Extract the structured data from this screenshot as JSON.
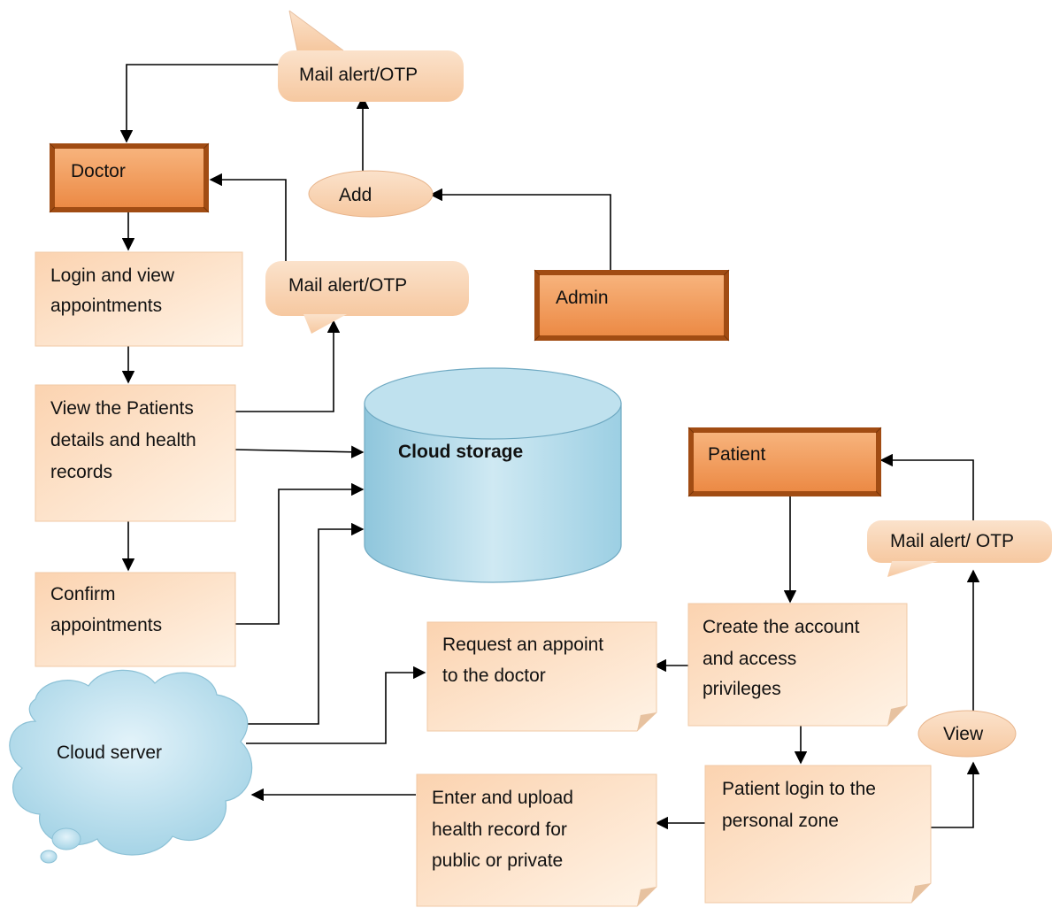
{
  "colors": {
    "actor_fill": "#f3a56b",
    "actor_border": "#a14c13",
    "process_fill": "#fde3cc",
    "callout_fill": "#fbd9bd",
    "storage_fill": "#a9d4e6",
    "cloud_fill": "#bfe2f0",
    "arrow": "#000000"
  },
  "nodes": {
    "doctor": "Doctor",
    "admin": "Admin",
    "patient": "Patient",
    "add": "Add",
    "view": "View",
    "mail_top": "Mail alert/OTP",
    "mail_mid": "Mail alert/OTP",
    "mail_right": "Mail alert/ OTP",
    "login_view": [
      "Login and view",
      "appointments"
    ],
    "view_patients": [
      "View the Patients",
      "details and health",
      "records"
    ],
    "confirm": [
      "Confirm",
      "appointments"
    ],
    "cloud_storage": "Cloud storage",
    "cloud_server": "Cloud server",
    "create_account": [
      "Create the account",
      "and access",
      "privileges"
    ],
    "request_appoint": [
      "Request an appoint",
      "to the doctor"
    ],
    "patient_login": [
      "Patient login to the",
      "personal zone"
    ],
    "enter_upload": [
      "Enter and upload",
      "health record for",
      "public or private"
    ]
  }
}
